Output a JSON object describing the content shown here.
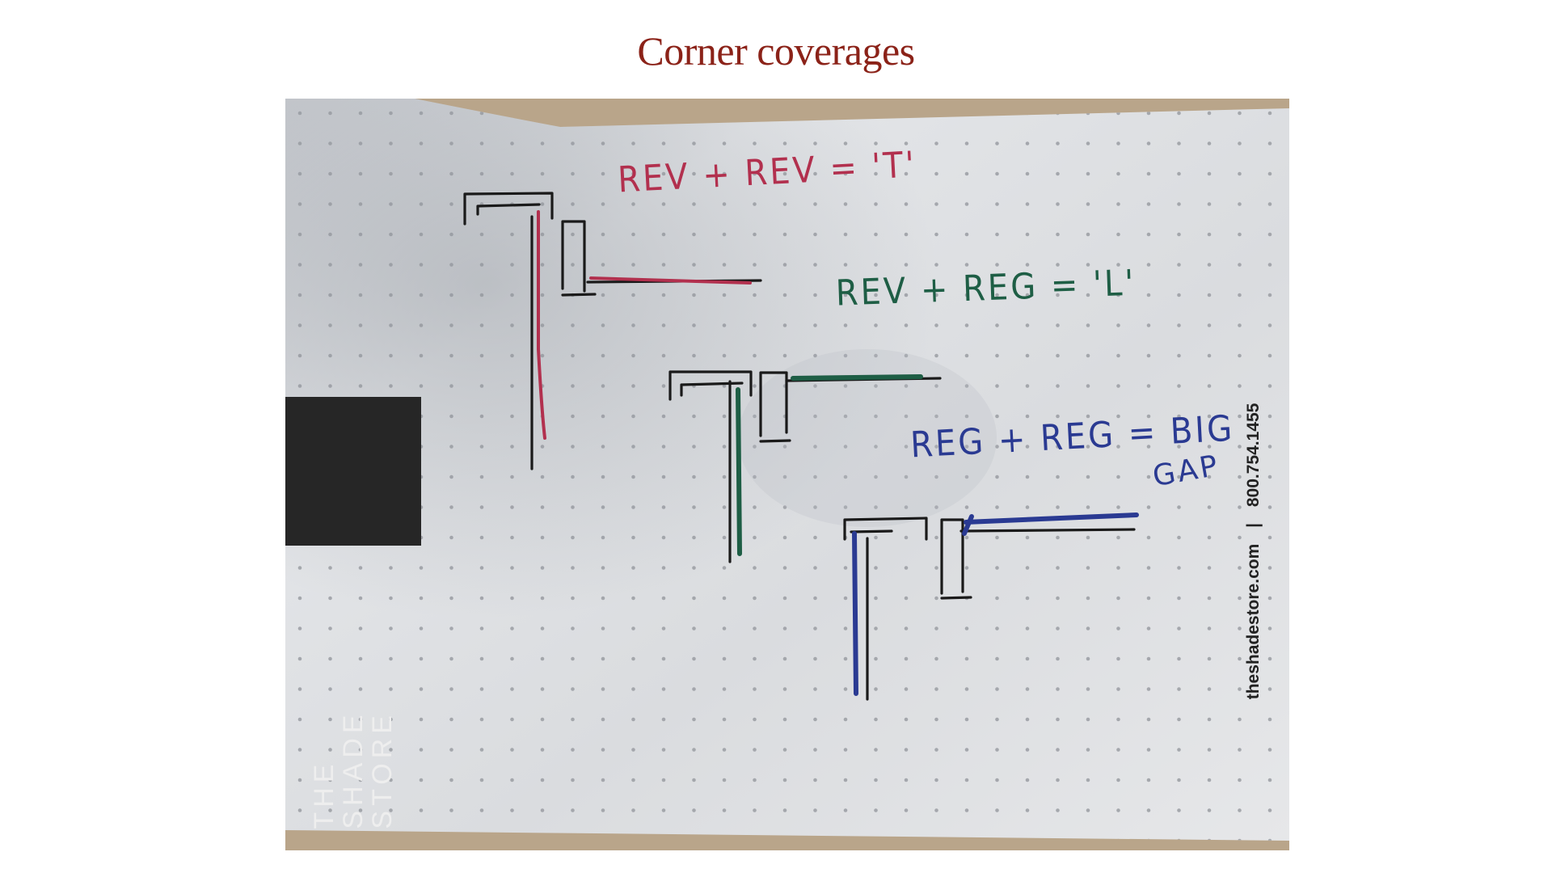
{
  "title": "Corner coverages",
  "card": {
    "brand": [
      "THE",
      "SHADE",
      "STORE"
    ],
    "website": "theshadestore.com",
    "separator": "|",
    "phone": "800.754.1455"
  },
  "notes": {
    "red": "REV + REV = 'T'",
    "green": "REV + REG = 'L'",
    "blue_line1": "REG + REG = BIG",
    "blue_line2": "GAP"
  },
  "colors": {
    "title": "#8b2218",
    "ink_red": "#b2304e",
    "ink_green": "#1e5e45",
    "ink_blue": "#2a3a92",
    "ink_black": "#1a1a1a"
  }
}
